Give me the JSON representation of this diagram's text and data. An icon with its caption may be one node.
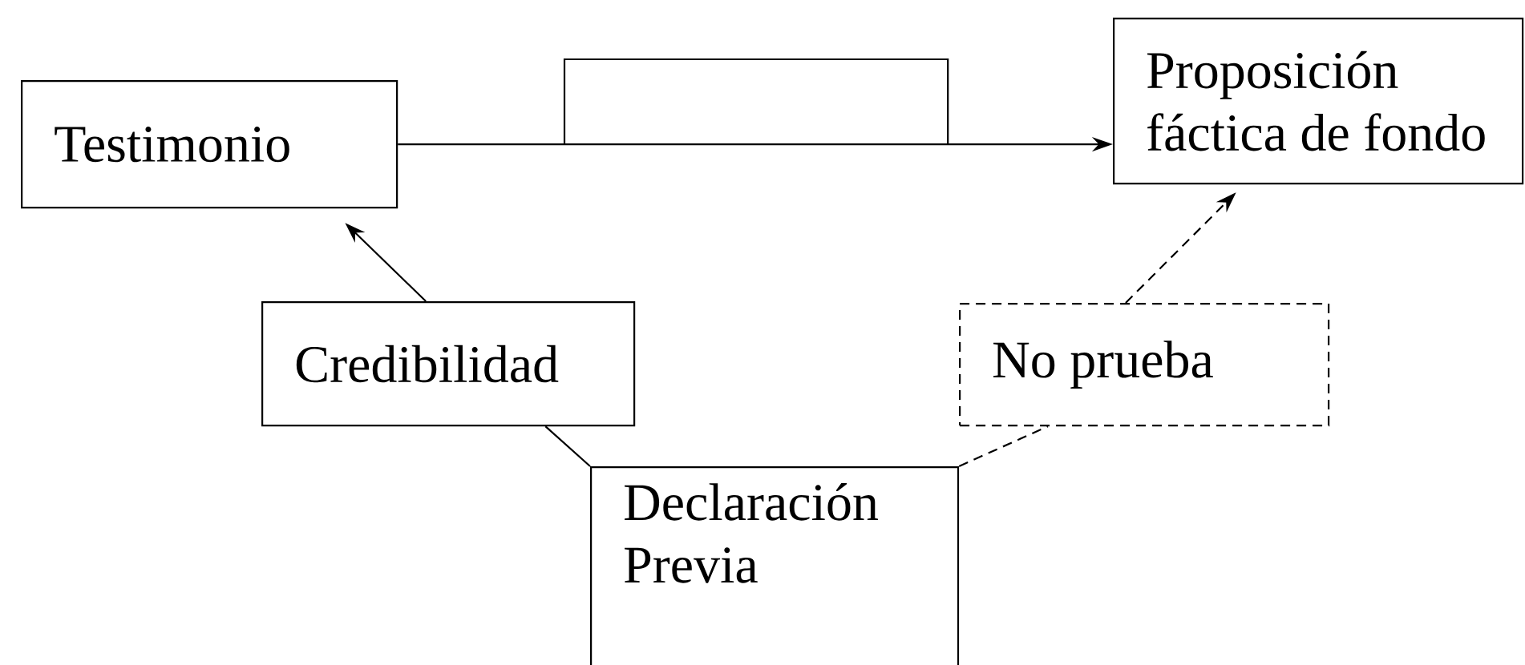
{
  "diagram": {
    "nodes": [
      {
        "text": [
          "Testimonio"
        ]
      },
      {
        "text": [],
        "shape": "box"
      },
      {
        "text": [
          "Proposición fáctica de fondo"
        ]
      },
      {
        "text": [
          "Credibilidad"
        ]
      },
      {
        "text": [
          "No prueba"
        ]
      },
      {
        "text": [
          "Declaración Previa"
        ]
      }
    ],
    "edges": [
      {
        "from": 0,
        "to": 2,
        "arrow": "to"
      },
      {
        "from": 3,
        "to": 0,
        "arrow": "to"
      },
      {
        "from": 5,
        "to": 3,
        "arrow": "none"
      },
      {
        "from": 5,
        "to": 4,
        "arrow": "none",
        "style": "dashed"
      },
      {
        "from": 4,
        "to": 2,
        "arrow": "to",
        "style": "dashed"
      }
    ]
  }
}
